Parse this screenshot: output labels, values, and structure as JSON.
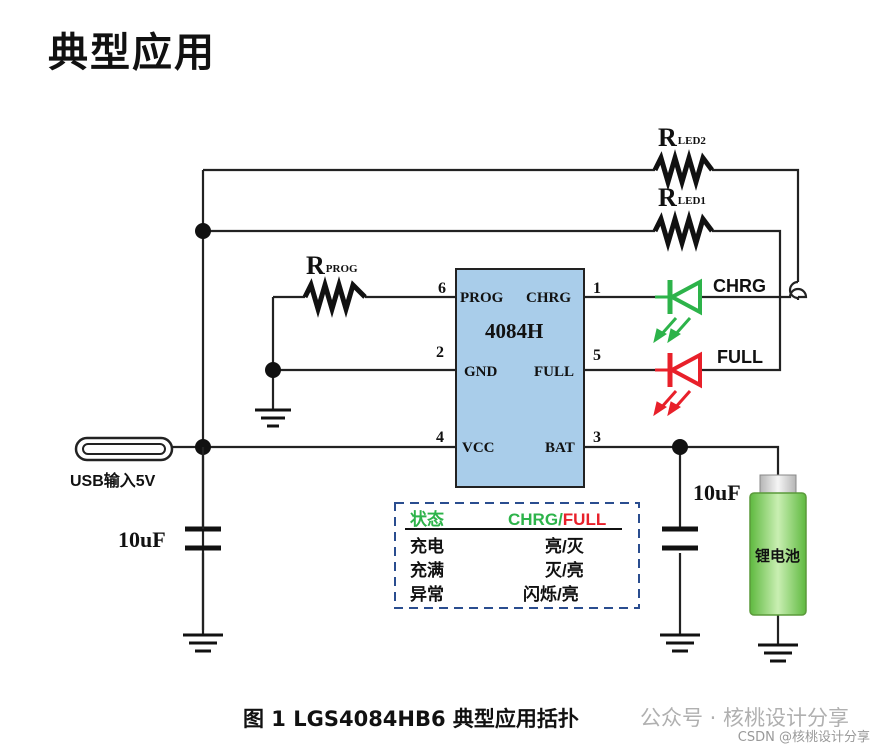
{
  "page": {
    "title": "典型应用",
    "caption": "图 1   LGS4084HB6 典型应用括扑",
    "watermark": "公众号 · 核桃设计分享",
    "credit": "CSDN @核桃设计分享"
  },
  "chip": {
    "name": "4084H",
    "pins": [
      {
        "num": "6",
        "name": "PROG"
      },
      {
        "num": "2",
        "name": "GND"
      },
      {
        "num": "4",
        "name": "VCC"
      },
      {
        "num": "1",
        "name": "CHRG"
      },
      {
        "num": "5",
        "name": "FULL"
      },
      {
        "num": "3",
        "name": "BAT"
      }
    ]
  },
  "labels": {
    "r_prog_main": "R",
    "r_prog_sub": "PROG",
    "r_led1_main": "R",
    "r_led1_sub": "LED1",
    "r_led2_main": "R",
    "r_led2_sub": "LED2",
    "led_chrg": "CHRG",
    "led_full": "FULL",
    "usb": "USB输入5V",
    "cap_in": "10uF",
    "cap_out": "10uF",
    "battery": "锂电池"
  },
  "status_table": {
    "header_state": "状态",
    "header_chrg": "CHRG",
    "header_slash": "/",
    "header_full": "FULL",
    "rows": [
      {
        "state": "充电",
        "value": "亮/灭"
      },
      {
        "state": "充满",
        "value": "灭/亮"
      },
      {
        "state": "异常",
        "value": "闪烁/亮"
      }
    ]
  },
  "colors": {
    "chip_fill": "#a9cdea",
    "led_green": "#2db34a",
    "led_red": "#e8202a",
    "table_border": "#2a4d8f",
    "battery_green": "#7fcf5a"
  }
}
